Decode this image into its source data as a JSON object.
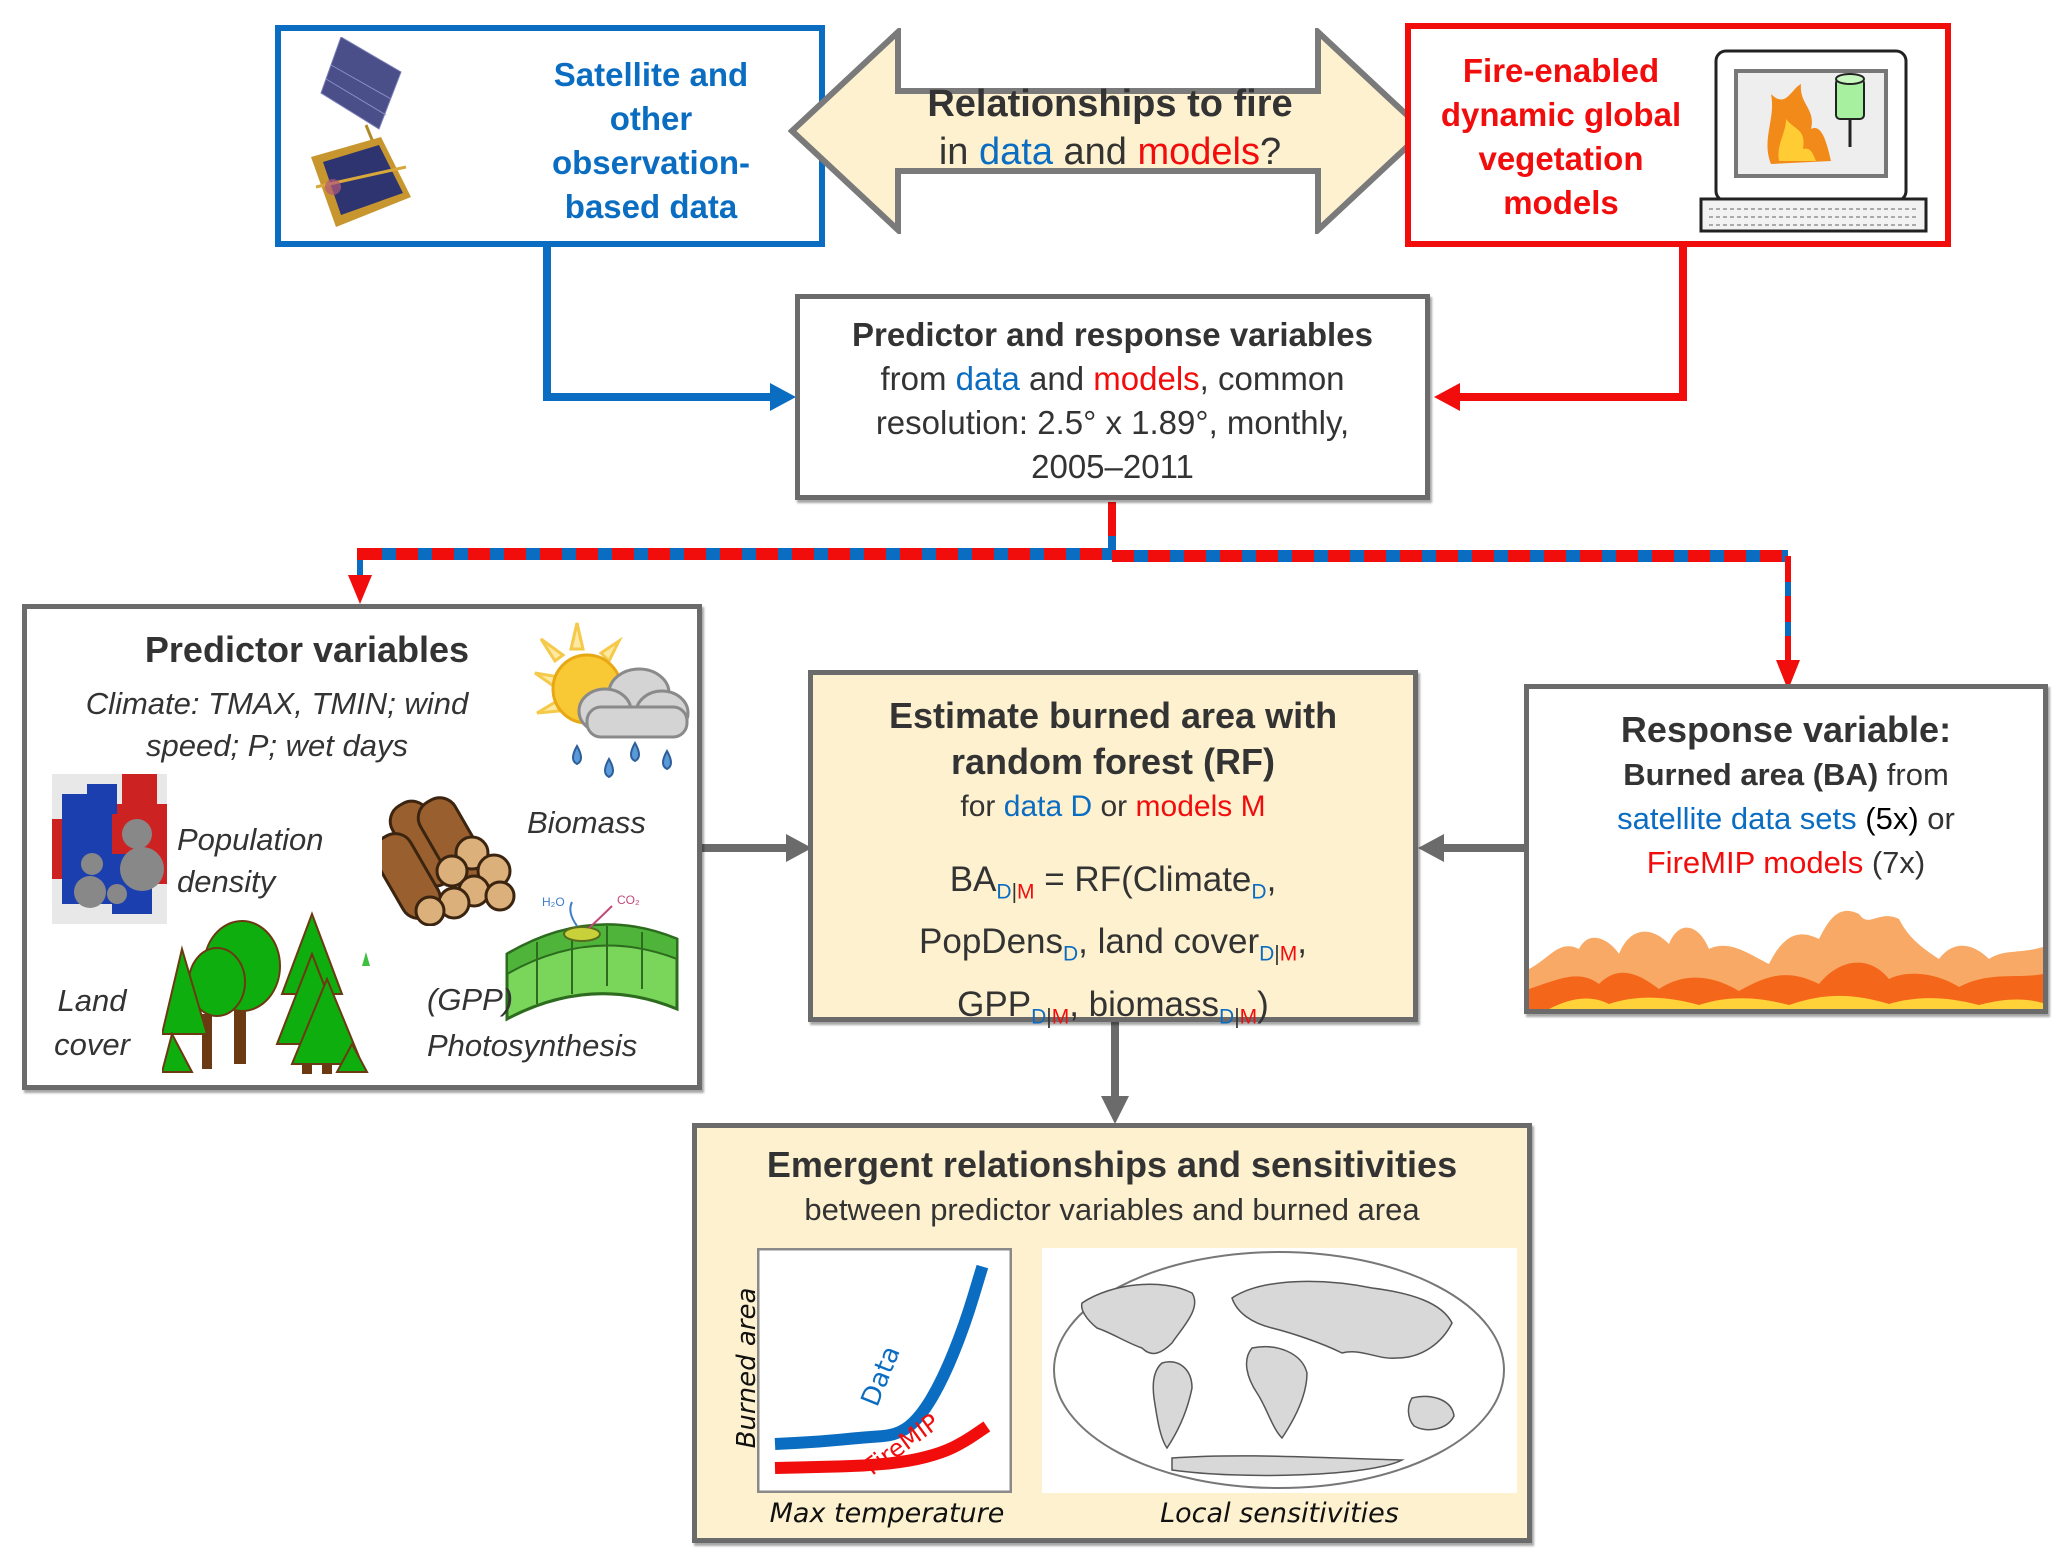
{
  "colors": {
    "data_blue": "#0b6dc1",
    "model_red": "#f20d0d",
    "box_gray": "#6b6b6b",
    "cream": "#fdf1cf",
    "text_dark": "#333333"
  },
  "top": {
    "observation_box": {
      "lines": [
        "Satellite and",
        "other",
        "observation-",
        "based data"
      ],
      "icon": "satellite-icon"
    },
    "central_arrow": {
      "title": "Relationships to fire",
      "line2_in": "in",
      "line2_data": "data",
      "line2_and": "and",
      "line2_models": "models",
      "line2_q": "?"
    },
    "model_box": {
      "lines": [
        "Fire-enabled",
        "dynamic global",
        "vegetation",
        "models"
      ],
      "icon": "computer-fire-icon"
    }
  },
  "variables_box": {
    "title": "Predictor and response variables",
    "line2_from": "from",
    "line2_data": "data",
    "line2_and": "and",
    "line2_models": "models",
    "line2_rest": ", common",
    "line3": "resolution: 2.5° x 1.89°, monthly,",
    "line4": "2005–2011"
  },
  "predictor_box": {
    "title": "Predictor variables",
    "climate_line1": "Climate: TMAX, TMIN; wind",
    "climate_line2": "speed; P; wet days",
    "population_line1": "Population",
    "population_line2": "density",
    "biomass": "Biomass",
    "landcover_line1": "Land",
    "landcover_line2": "cover",
    "gpp_line1": "(GPP)",
    "gpp_line2": "Photosynthesis",
    "h2o_label": "H₂O",
    "co2_label": "CO₂",
    "icons": [
      "weather-icon",
      "population-icon",
      "logs-icon",
      "trees-icon",
      "leaf-cells-icon"
    ]
  },
  "rf_box": {
    "title_line1": "Estimate burned area with",
    "title_line2": "random forest (RF)",
    "sub_for": "for",
    "sub_data": "data D",
    "sub_or": "or",
    "sub_models": "models M",
    "eq": {
      "ba": "BA",
      "eq_rf": " = RF(Climate",
      "comma": ",",
      "popdens": "PopDens",
      "landcover": ", land cover",
      "gpp": "GPP",
      "biomass": ", biomass",
      "close": ")",
      "sub_d": "D",
      "sub_bar": "|",
      "sub_m": "M"
    }
  },
  "response_box": {
    "title": "Response variable:",
    "line2_bold": "Burned area (BA)",
    "line2_rest": " from",
    "line3_blue": "satellite data sets",
    "line3_count": " (5x)",
    "line3_or": " or",
    "line4_red": "FireMIP models",
    "line4_count": " (7x)",
    "icon": "flames-icon"
  },
  "emergent_box": {
    "title": "Emergent relationships and sensitivities",
    "subtitle": "between predictor variables and burned area",
    "map_caption": "Local sensitivities",
    "map_icon": "world-map-icon"
  },
  "chart_data": {
    "type": "line",
    "title": "",
    "xlabel": "Max temperature",
    "ylabel": "Burned area",
    "grid": false,
    "xlim": [
      0,
      10
    ],
    "ylim": [
      0,
      10
    ],
    "legend": "inline-labels",
    "series": [
      {
        "name": "Data",
        "color": "#0b6dc1",
        "x": [
          0,
          2,
          4,
          5.5,
          6.5,
          7.5,
          8.5,
          9.3
        ],
        "y": [
          1.6,
          1.7,
          1.9,
          2.0,
          2.8,
          4.5,
          7.0,
          9.7
        ]
      },
      {
        "name": "FireMIP",
        "color": "#f20d0d",
        "x": [
          0,
          2,
          4,
          6,
          7.5,
          8.5,
          9.5
        ],
        "y": [
          0.5,
          0.55,
          0.6,
          0.8,
          1.2,
          1.7,
          2.4
        ]
      }
    ]
  }
}
